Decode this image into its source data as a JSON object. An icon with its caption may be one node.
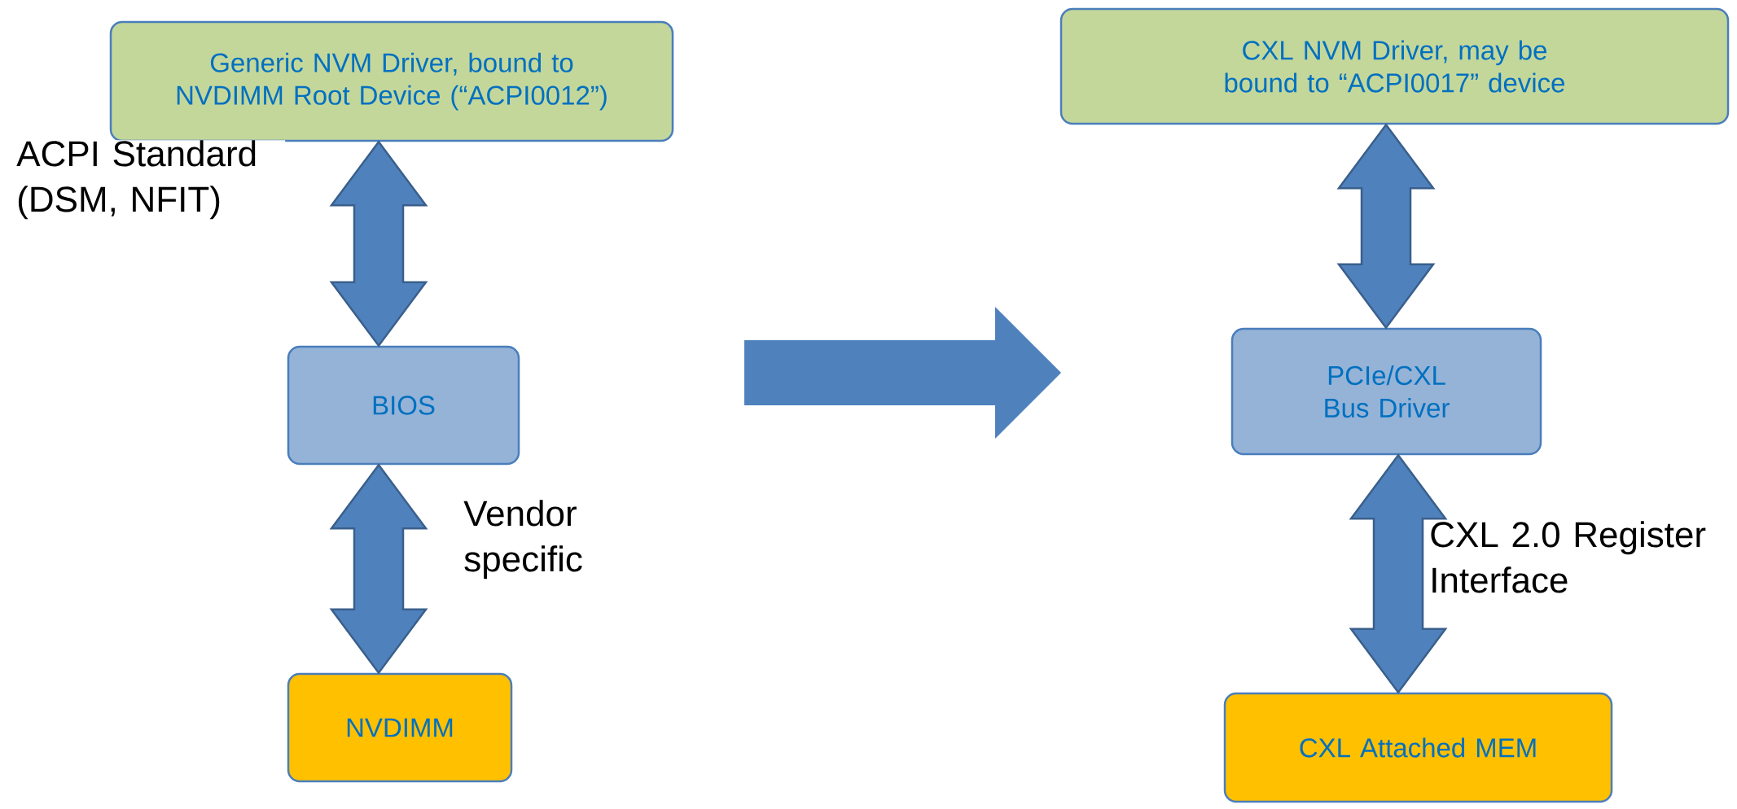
{
  "diagram": {
    "nodes": [
      {
        "text": [
          "Generic NVM Driver,  bound to NVDIMM Root Device (“ACPI0012”)"
        ]
      },
      {
        "text": [
          "BIOS"
        ]
      },
      {
        "text": [
          "NVDIMM"
        ]
      },
      {
        "text": [
          "CXL NVM Driver, may be bound to “ACPI0017” device"
        ]
      },
      {
        "text": [
          "PCIe/CXL Bus Driver"
        ]
      },
      {
        "text": [
          "CXL Attached MEM"
        ]
      }
    ],
    "edges": [
      {
        "from": 0,
        "to": 1,
        "arrow": "both",
        "label": "ACPI Standard (DSM, NFIT)"
      },
      {
        "from": 1,
        "to": 2,
        "arrow": "both",
        "label": "Vendor specific"
      },
      {
        "from": 3,
        "to": 4,
        "arrow": "both"
      },
      {
        "from": 4,
        "to": 5,
        "arrow": "both",
        "label": "CXL 2.0 Register Interface"
      }
    ]
  }
}
